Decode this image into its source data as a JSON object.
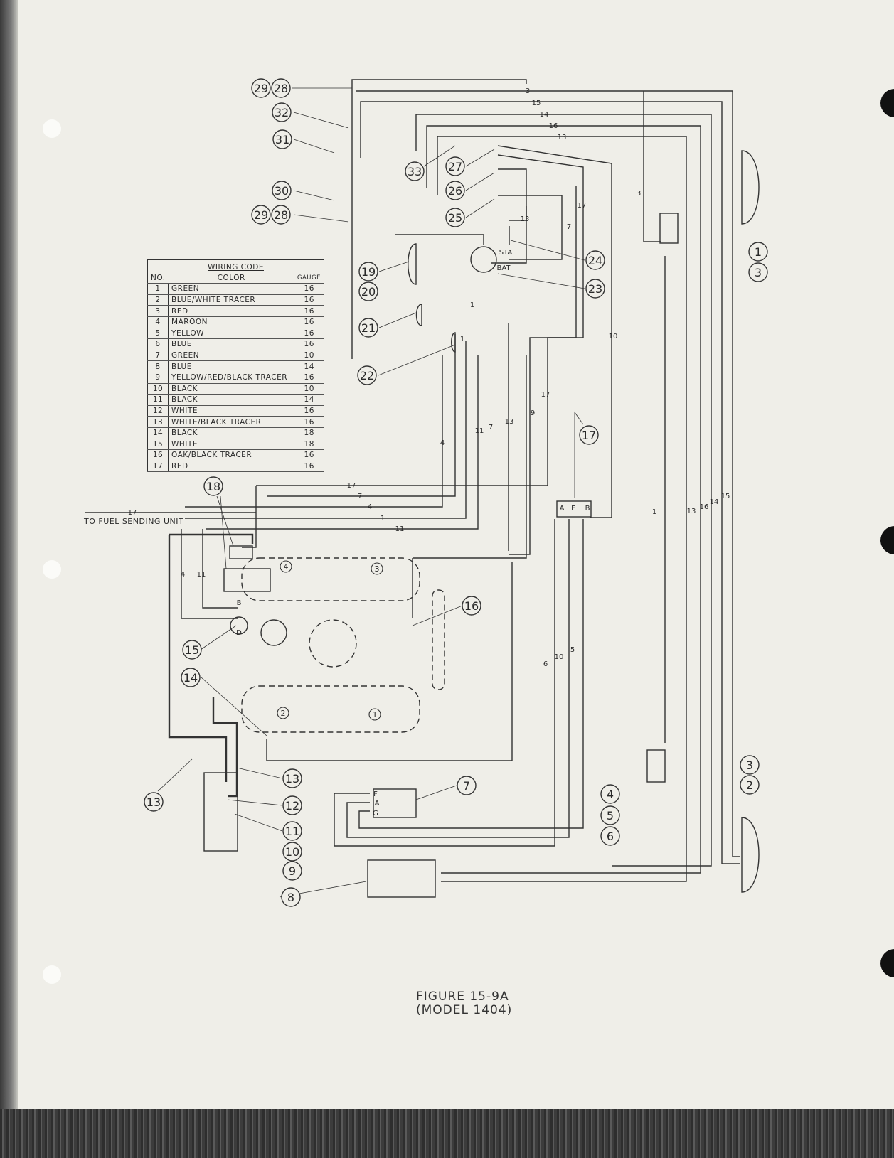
{
  "figure": {
    "title": "FIGURE 15-9A",
    "subtitle": "(MODEL 1404)"
  },
  "fuel_label": "TO FUEL SENDING UNIT",
  "fuel_wire": "17",
  "wiring_code": {
    "title": "WIRING CODE",
    "headers": {
      "no": "NO.",
      "color": "COLOR",
      "gauge": "GAUGE"
    },
    "rows": [
      {
        "no": "1",
        "color": "GREEN",
        "gauge": "16"
      },
      {
        "no": "2",
        "color": "BLUE/WHITE TRACER",
        "gauge": "16"
      },
      {
        "no": "3",
        "color": "RED",
        "gauge": "16"
      },
      {
        "no": "4",
        "color": "MAROON",
        "gauge": "16"
      },
      {
        "no": "5",
        "color": "YELLOW",
        "gauge": "16"
      },
      {
        "no": "6",
        "color": "BLUE",
        "gauge": "16"
      },
      {
        "no": "7",
        "color": "GREEN",
        "gauge": "10"
      },
      {
        "no": "8",
        "color": "BLUE",
        "gauge": "14"
      },
      {
        "no": "9",
        "color": "YELLOW/RED/BLACK TRACER",
        "gauge": "16"
      },
      {
        "no": "10",
        "color": "BLACK",
        "gauge": "10"
      },
      {
        "no": "11",
        "color": "BLACK",
        "gauge": "14"
      },
      {
        "no": "12",
        "color": "WHITE",
        "gauge": "16"
      },
      {
        "no": "13",
        "color": "WHITE/BLACK TRACER",
        "gauge": "16"
      },
      {
        "no": "14",
        "color": "BLACK",
        "gauge": "18"
      },
      {
        "no": "15",
        "color": "WHITE",
        "gauge": "18"
      },
      {
        "no": "16",
        "color": "OAK/BLACK TRACER",
        "gauge": "16"
      },
      {
        "no": "17",
        "color": "RED",
        "gauge": "16"
      }
    ]
  },
  "callouts": [
    "29",
    "28",
    "32",
    "31",
    "30",
    "29",
    "28",
    "33",
    "27",
    "26",
    "25",
    "24",
    "23",
    "19",
    "20",
    "21",
    "22",
    "17",
    "18",
    "16",
    "15",
    "14",
    "13",
    "13",
    "12",
    "11",
    "10",
    "9",
    "8",
    "7",
    "1",
    "3",
    "3",
    "2",
    "4",
    "5",
    "6"
  ],
  "ground_points": [
    "4",
    "3",
    "2",
    "1"
  ],
  "terminal_labels": [
    "STA",
    "BAT",
    "A",
    "F",
    "B",
    "B",
    "D",
    "F",
    "A",
    "G"
  ],
  "wire_labels": [
    "3",
    "15",
    "14",
    "16",
    "13",
    "13",
    "17",
    "7",
    "1",
    "10",
    "17",
    "9",
    "13",
    "7",
    "11",
    "4",
    "1",
    "1",
    "13",
    "16",
    "14",
    "15",
    "3",
    "17",
    "7",
    "4",
    "1",
    "11",
    "4",
    "11",
    "6",
    "10",
    "5"
  ]
}
